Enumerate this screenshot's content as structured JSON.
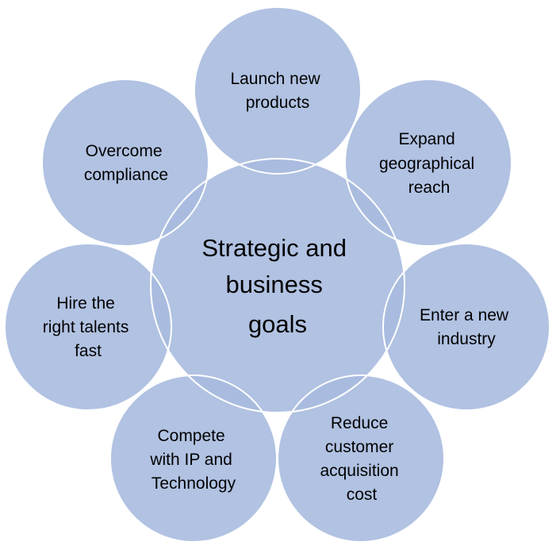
{
  "diagram": {
    "center": {
      "lines": [
        "Strategic and",
        "business",
        "goals"
      ]
    },
    "goals": [
      {
        "id": "launch",
        "lines": [
          "Launch new",
          "products"
        ]
      },
      {
        "id": "expand",
        "lines": [
          "Expand",
          "geographical",
          "reach"
        ]
      },
      {
        "id": "industry",
        "lines": [
          "Enter a new",
          "industry"
        ]
      },
      {
        "id": "reduce",
        "lines": [
          "Reduce",
          "customer",
          "acquisition",
          "cost"
        ]
      },
      {
        "id": "compete",
        "lines": [
          "Compete",
          "with IP and",
          "Technology"
        ]
      },
      {
        "id": "hire",
        "lines": [
          "Hire the",
          "right talents",
          "fast"
        ]
      },
      {
        "id": "compliance",
        "lines": [
          "Overcome",
          "compliance"
        ]
      }
    ],
    "colors": {
      "fill": "#a9bbdf",
      "outline": "#ffffff",
      "text": "#000000"
    }
  }
}
